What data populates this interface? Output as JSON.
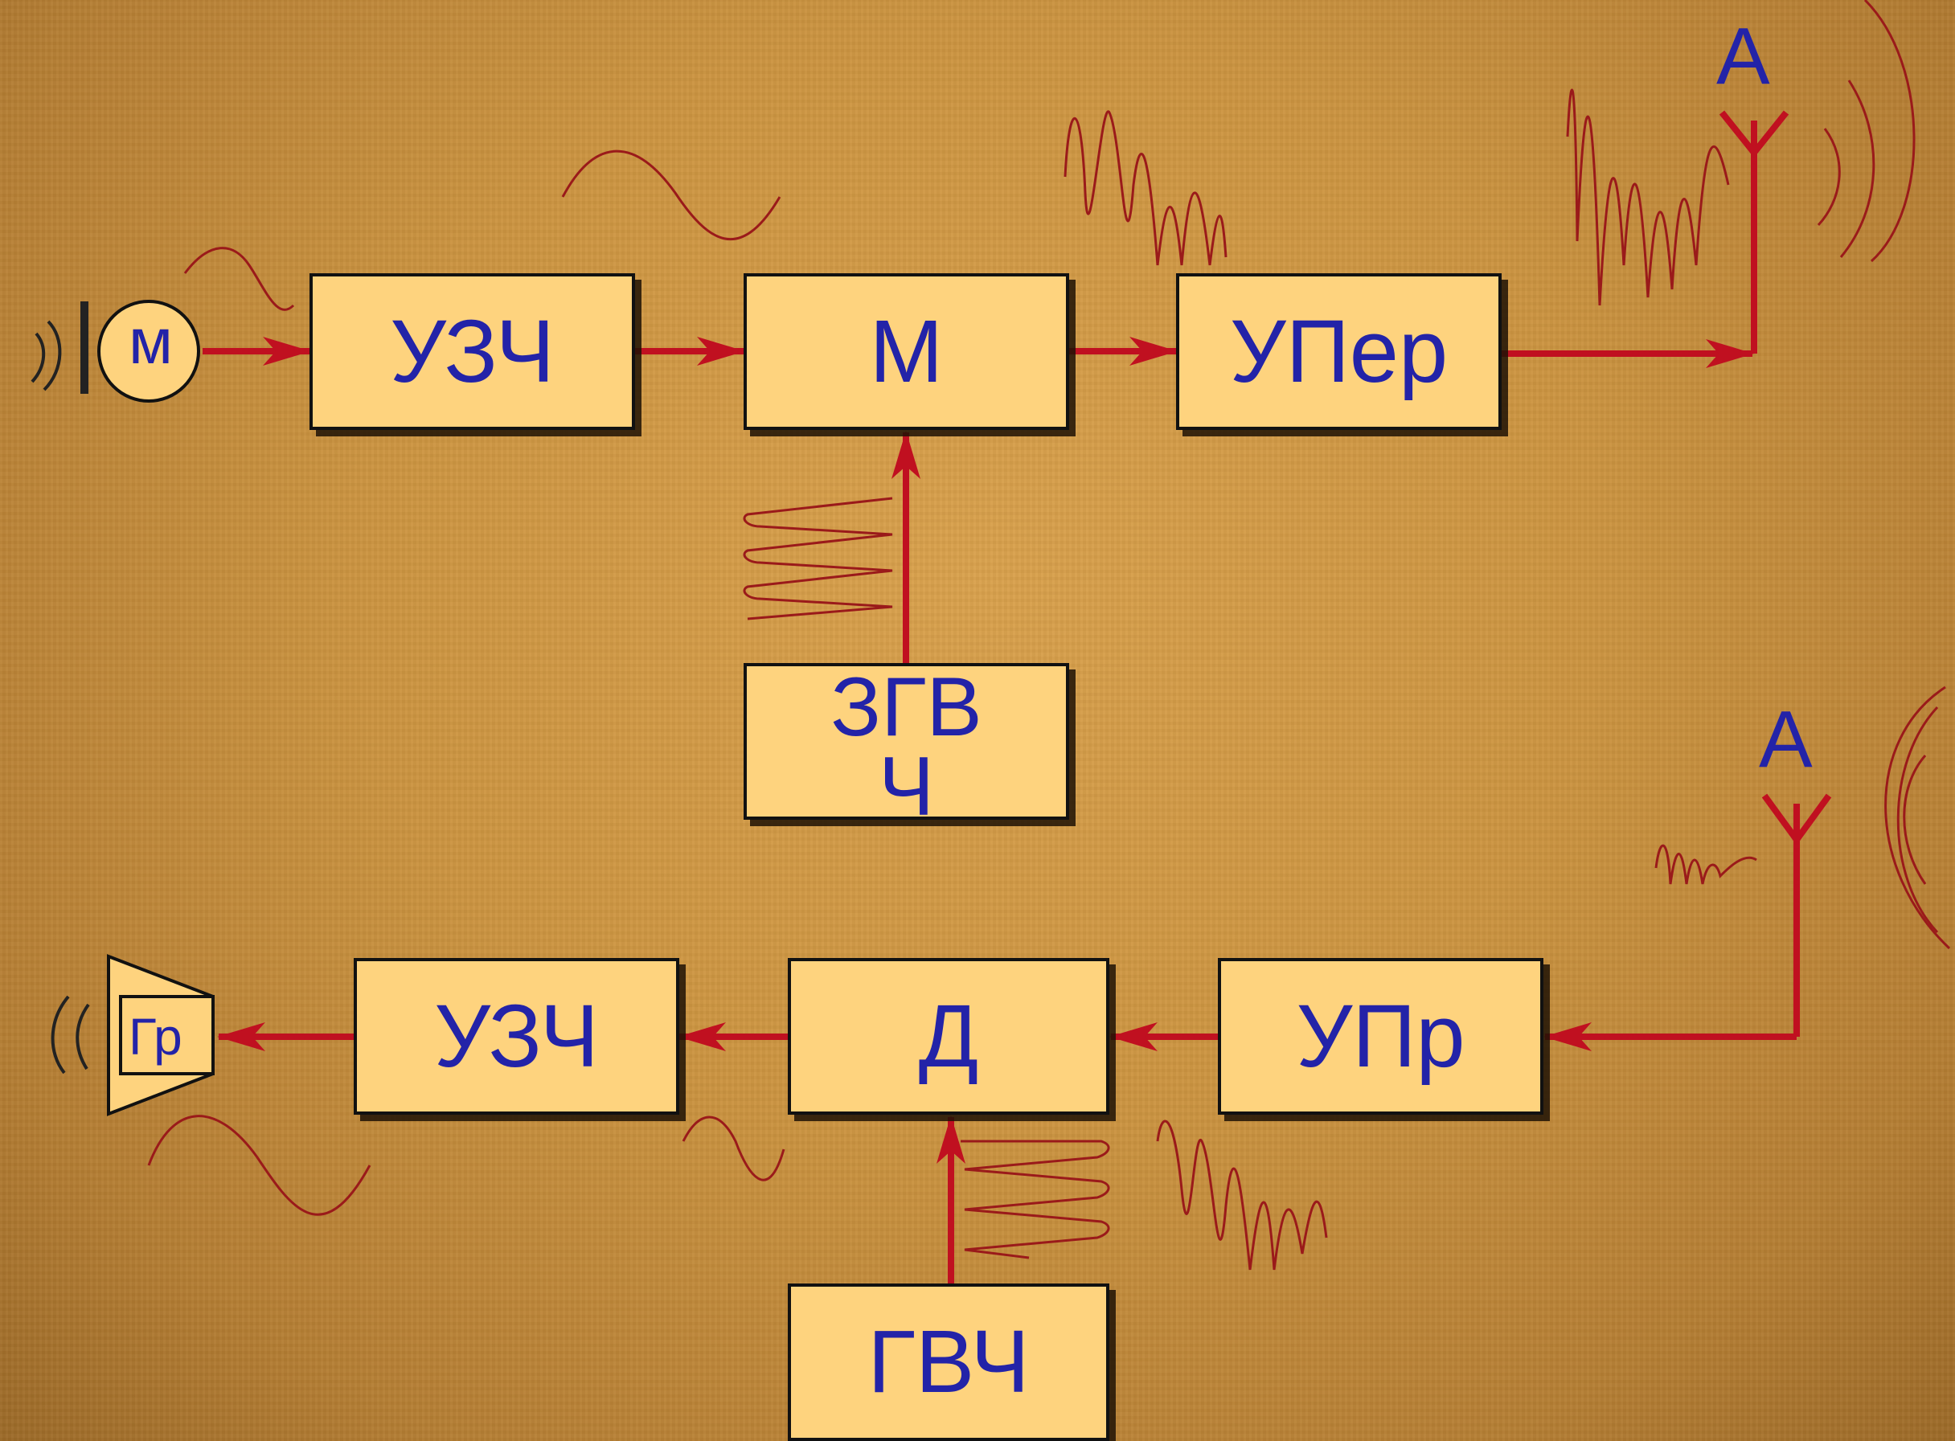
{
  "transmitter": {
    "mic_label": "м",
    "blocks": {
      "uzch": "УЗЧ",
      "mod": "М",
      "uper": "УПер",
      "zgvch_line1": "ЗГВ",
      "zgvch_line2": "Ч"
    },
    "antenna_label": "А"
  },
  "receiver": {
    "speaker_label": "Гр",
    "blocks": {
      "uzch": "УЗЧ",
      "det": "Д",
      "upr": "УПр",
      "gvch": "ГВЧ"
    },
    "antenna_label": "А"
  },
  "colors": {
    "wire": "#c01020",
    "text": "#2323a8",
    "block_fill": "#fed37e",
    "background": "#cc9440"
  }
}
